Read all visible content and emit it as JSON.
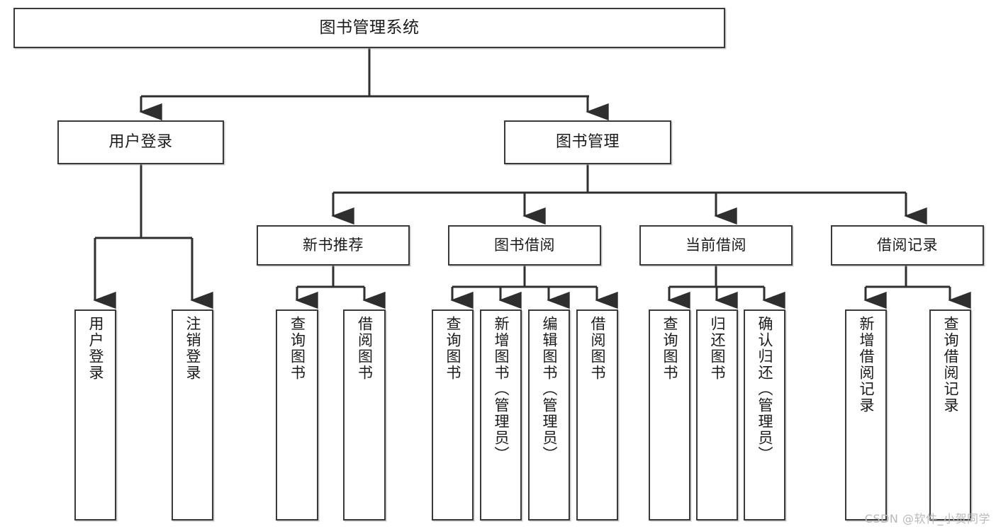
{
  "diagram": {
    "type": "tree",
    "title": "图书管理系统",
    "root": {
      "id": "root",
      "label": "图书管理系统"
    },
    "level1": [
      {
        "id": "login",
        "label": "用户登录"
      },
      {
        "id": "bookmgmt",
        "label": "图书管理"
      }
    ],
    "level2": [
      {
        "id": "newbook",
        "label": "新书推荐",
        "parent": "bookmgmt"
      },
      {
        "id": "borrow",
        "label": "图书借阅",
        "parent": "bookmgmt"
      },
      {
        "id": "current",
        "label": "当前借阅",
        "parent": "bookmgmt"
      },
      {
        "id": "records",
        "label": "借阅记录",
        "parent": "bookmgmt"
      }
    ],
    "leaves": [
      {
        "id": "leaf1",
        "label": "用户登录",
        "parent": "login"
      },
      {
        "id": "leaf2",
        "label": "注销登录",
        "parent": "login"
      },
      {
        "id": "leaf3",
        "label": "查询图书",
        "parent": "newbook"
      },
      {
        "id": "leaf4",
        "label": "借阅图书",
        "parent": "newbook"
      },
      {
        "id": "leaf5",
        "label": "查询图书",
        "parent": "borrow"
      },
      {
        "id": "leaf6",
        "label": "新增图书（管理员）",
        "parent": "borrow"
      },
      {
        "id": "leaf7",
        "label": "编辑图书（管理员）",
        "parent": "borrow"
      },
      {
        "id": "leaf8",
        "label": "借阅图书",
        "parent": "borrow"
      },
      {
        "id": "leaf9",
        "label": "查询图书",
        "parent": "current"
      },
      {
        "id": "leaf10",
        "label": "归还图书",
        "parent": "current"
      },
      {
        "id": "leaf11",
        "label": "确认归还（管理员）",
        "parent": "current"
      },
      {
        "id": "leaf12",
        "label": "新增借阅记录",
        "parent": "records"
      },
      {
        "id": "leaf13",
        "label": "查询借阅记录",
        "parent": "records"
      }
    ],
    "colors": {
      "border": "#3a3a3a",
      "background": "#ffffff",
      "text": "#1b1b1b",
      "edge": "#2f2f2f",
      "watermark": "#b9b9b9"
    }
  },
  "watermark": {
    "text": "CSDN @软件_小贺同学"
  }
}
